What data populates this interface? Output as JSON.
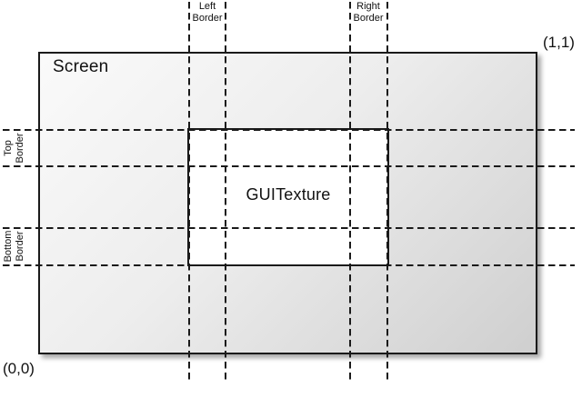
{
  "diagram": {
    "screen_label": "Screen",
    "texture_label": "GUITexture",
    "origin_label": "(0,0)",
    "unit_label": "(1,1)",
    "borders": {
      "left": {
        "line1": "Left",
        "line2": "Border"
      },
      "right": {
        "line1": "Right",
        "line2": "Border"
      },
      "top": {
        "line1": "Top",
        "line2": "Border"
      },
      "bottom": {
        "line1": "Bottom",
        "line2": "Border"
      }
    },
    "colors": {
      "line": "#1a1a1a",
      "screen_gradient_start": "#fafafa",
      "screen_gradient_end": "#cfcfcf",
      "texture_fill": "#ffffff",
      "background": "#ffffff"
    }
  }
}
